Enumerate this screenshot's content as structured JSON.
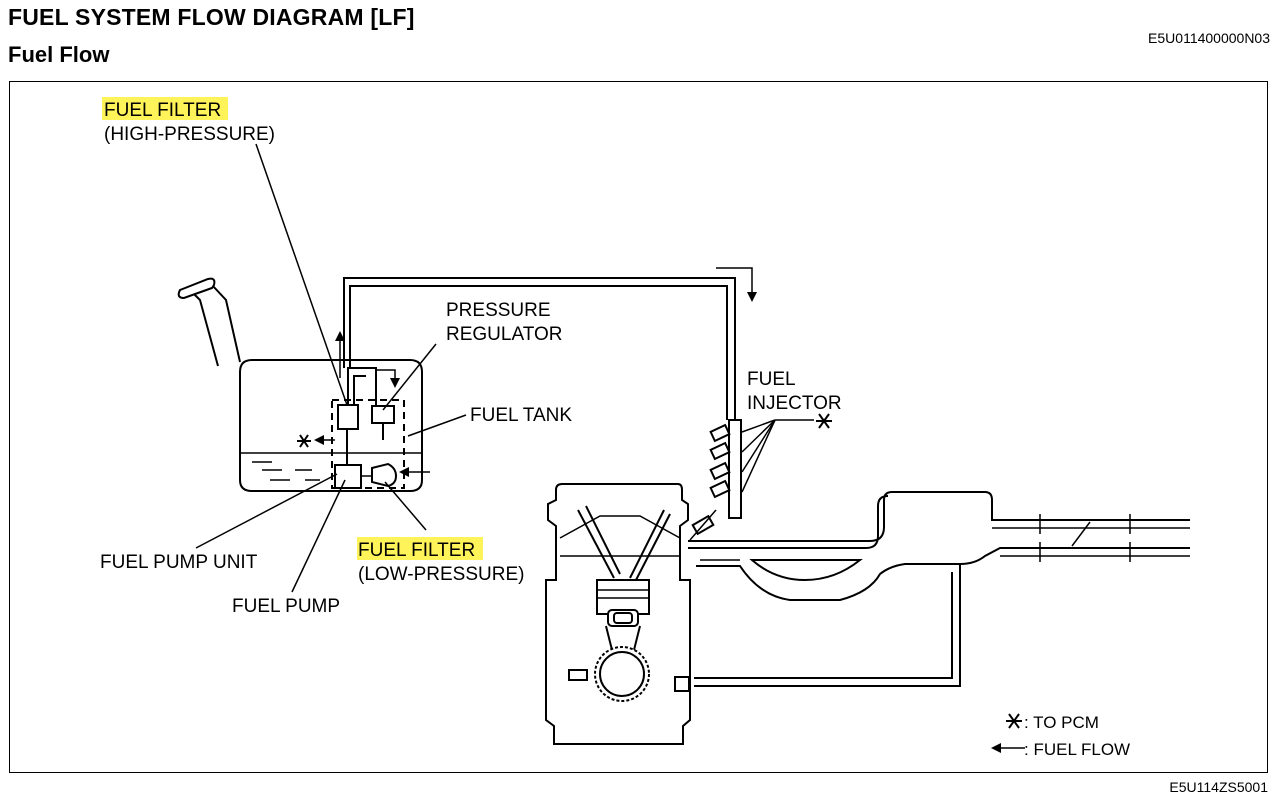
{
  "header": {
    "title": "FUEL SYSTEM FLOW DIAGRAM [LF]",
    "subtitle": "Fuel Flow",
    "doc_id": "E5U011400000N03"
  },
  "diagram": {
    "labels": {
      "fuel_filter_hp": "FUEL FILTER",
      "fuel_filter_hp_sub": "(HIGH-PRESSURE)",
      "pressure_regulator_1": "PRESSURE",
      "pressure_regulator_2": "REGULATOR",
      "fuel_tank": "FUEL TANK",
      "fuel_injector_1": "FUEL",
      "fuel_injector_2": "INJECTOR",
      "fuel_pump_unit": "FUEL PUMP UNIT",
      "fuel_filter_lp": "FUEL FILTER",
      "fuel_filter_lp_sub": "(LOW-PRESSURE)",
      "fuel_pump": "FUEL PUMP"
    },
    "legend": {
      "to_pcm": ": TO PCM",
      "fuel_flow": ": FUEL FLOW"
    },
    "highlight_color": "#fff35a"
  },
  "footer": {
    "figure_id": "E5U114ZS5001"
  }
}
